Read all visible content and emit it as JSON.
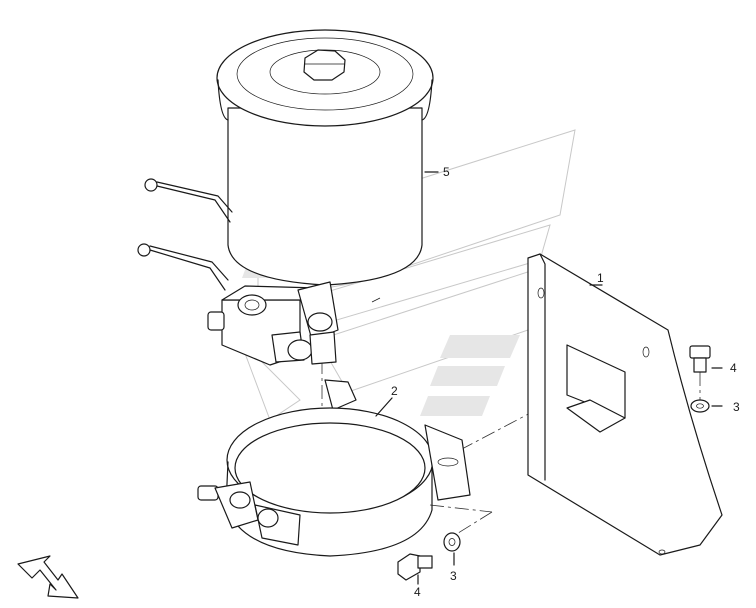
{
  "callouts": [
    {
      "id": "callout-1",
      "text": "1"
    },
    {
      "id": "callout-2",
      "text": "2"
    },
    {
      "id": "callout-3-right",
      "text": "3"
    },
    {
      "id": "callout-3-bottom",
      "text": "3"
    },
    {
      "id": "callout-4-right",
      "text": "4"
    },
    {
      "id": "callout-4-bottom",
      "text": "4"
    },
    {
      "id": "callout-5",
      "text": "5"
    }
  ],
  "colors": {
    "line": "#1a1a1a",
    "watermark": "#c8c8c8",
    "background": "#ffffff"
  }
}
